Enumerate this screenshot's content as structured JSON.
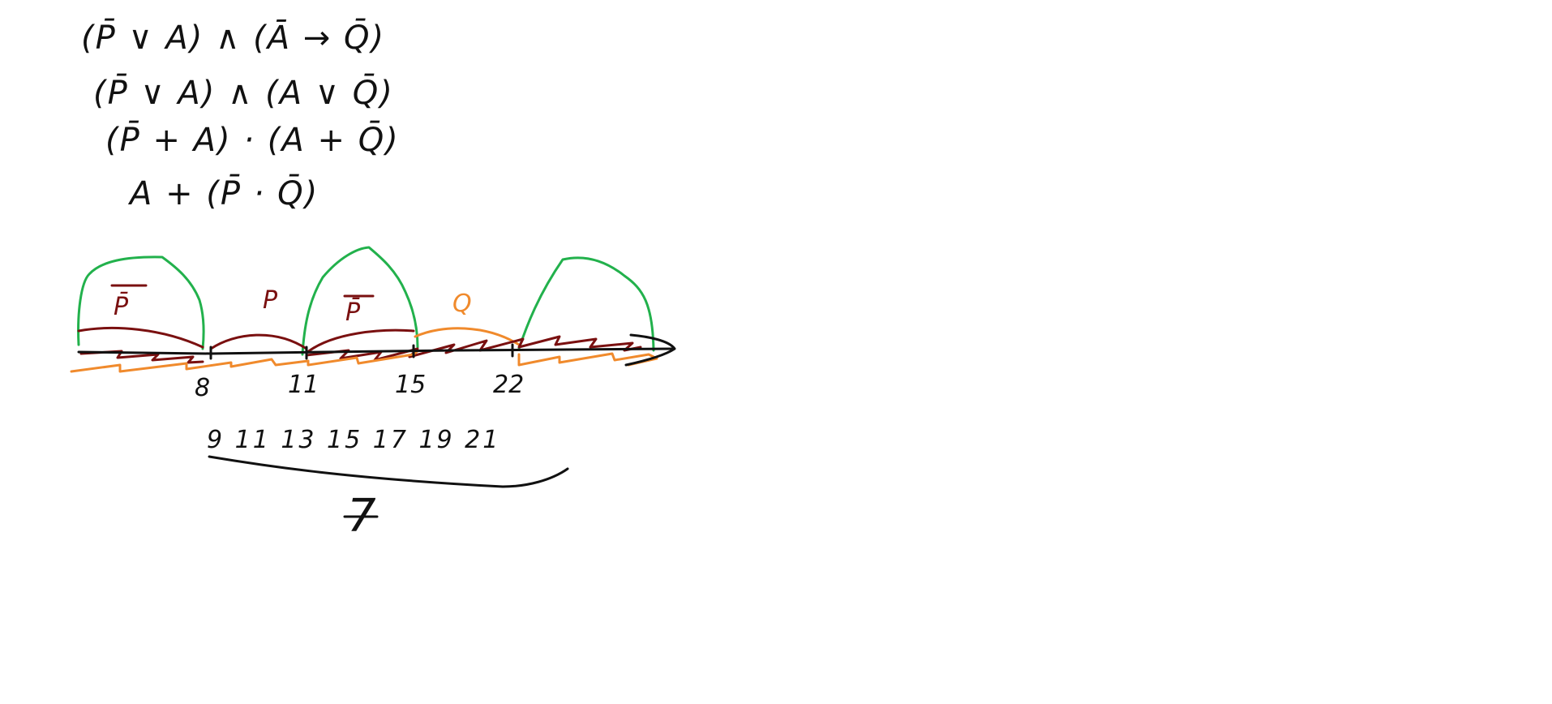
{
  "formulas": [
    "(P̄ ∨ A) ∧ (Ā → Q̄)",
    "(P̄ ∨ A) ∧ (A ∨ Q̄)",
    "(P̄ + A) · (A + Q̄)",
    "A + (P̄ · Q̄)"
  ],
  "number_line": {
    "ticks": [
      "8",
      "11",
      "15",
      "22"
    ],
    "segment_labels": {
      "not_p_left": "P̄",
      "p": "P",
      "not_p_middle": "P̄",
      "q": "Q"
    }
  },
  "odd_numbers": "9 11 13 15 17 19 21",
  "count": "7",
  "colors": {
    "ink": "#111111",
    "p_set": "#7a1010",
    "q_set": "#f08a2c",
    "result": "#22b14c"
  }
}
